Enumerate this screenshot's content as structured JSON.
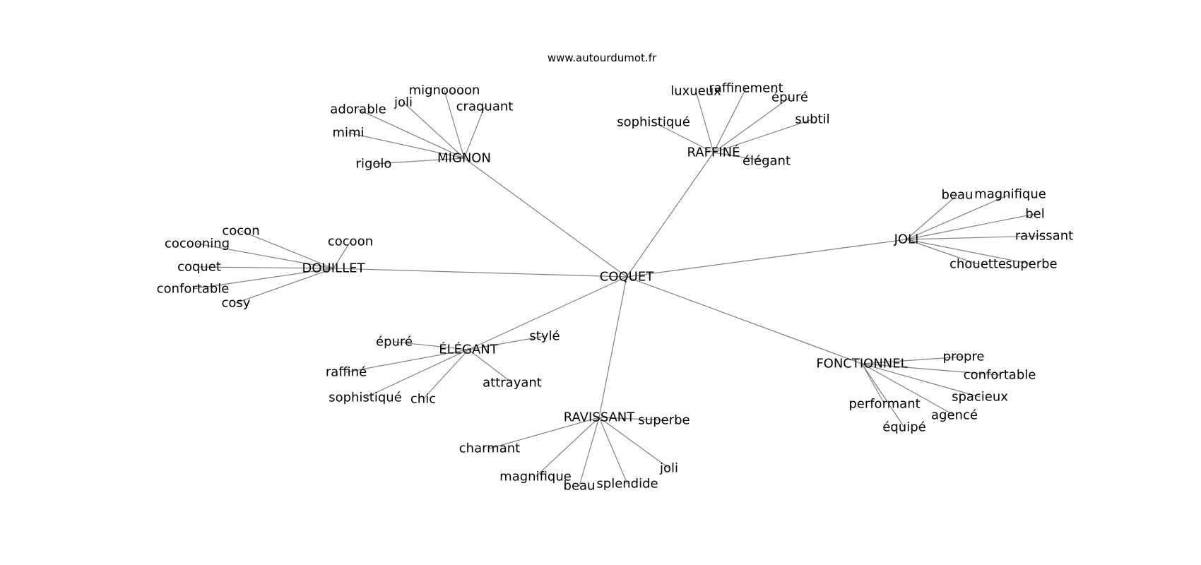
{
  "source": "www.autourdumot.fr",
  "root": "COQUET",
  "groups": [
    {
      "key": "mignon",
      "label": "MIGNON",
      "leaves": [
        "adorable",
        "joli",
        "mignoooon",
        "craquant",
        "mimi",
        "rigolo"
      ]
    },
    {
      "key": "raffine",
      "label": "RAFFINÉ",
      "leaves": [
        "luxueux",
        "raffinement",
        "épuré",
        "subtil",
        "sophistiqué",
        "élégant"
      ]
    },
    {
      "key": "joli",
      "label": "JOLI",
      "leaves": [
        "beau",
        "magnifique",
        "bel",
        "ravissant",
        "chouette",
        "superbe"
      ]
    },
    {
      "key": "douillet",
      "label": "DOUILLET",
      "leaves": [
        "cocon",
        "cocooning",
        "cocoon",
        "coquet",
        "confortable",
        "cosy"
      ]
    },
    {
      "key": "elegant",
      "label": "ÉLÉGANT",
      "leaves": [
        "épuré",
        "stylé",
        "raffiné",
        "sophistiqué",
        "chic",
        "attrayant"
      ]
    },
    {
      "key": "fonctionnel",
      "label": "FONCTIONNEL",
      "leaves": [
        "propre",
        "confortable",
        "spacieux",
        "performant",
        "agencé",
        "équipé"
      ]
    },
    {
      "key": "ravissant",
      "label": "RAVISSANT",
      "leaves": [
        "superbe",
        "charmant",
        "magnifique",
        "joli",
        "beau",
        "splendide"
      ]
    }
  ]
}
